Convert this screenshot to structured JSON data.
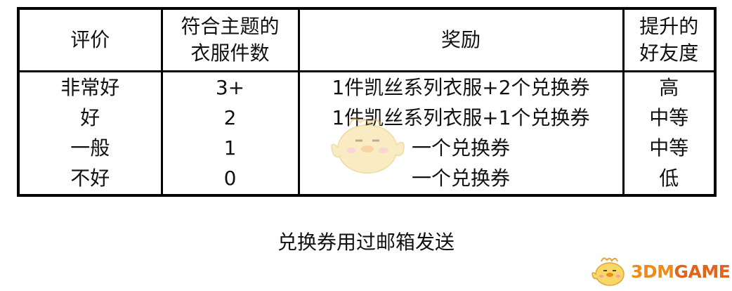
{
  "table": {
    "headers": {
      "rating_label": "评价",
      "count_line1": "符合主题的",
      "count_line2": "衣服件数",
      "reward_label": "奖励",
      "favor_line1": "提升的",
      "favor_line2": "好友度"
    },
    "rows": [
      {
        "rating": "非常好",
        "count": "3+",
        "reward": "1件凯丝系列衣服+2个兑换券",
        "favor": "高"
      },
      {
        "rating": "好",
        "count": "2",
        "reward": "1件凯丝系列衣服+1个兑换券",
        "favor": "中等"
      },
      {
        "rating": "一般",
        "count": "1",
        "reward": "一个兑换券",
        "favor": "中等"
      },
      {
        "rating": "不好",
        "count": "0",
        "reward": "一个兑换券",
        "favor": "低"
      }
    ]
  },
  "footer": {
    "note": "兑换券用过邮箱发送"
  },
  "watermark": {
    "brand_3d": "3DM",
    "brand_game": "GAME",
    "colors": {
      "primary": "#f08b1a",
      "secondary": "#e0641c",
      "mascot": "#f5d67a"
    },
    "icon": "chick-mascot-icon"
  }
}
